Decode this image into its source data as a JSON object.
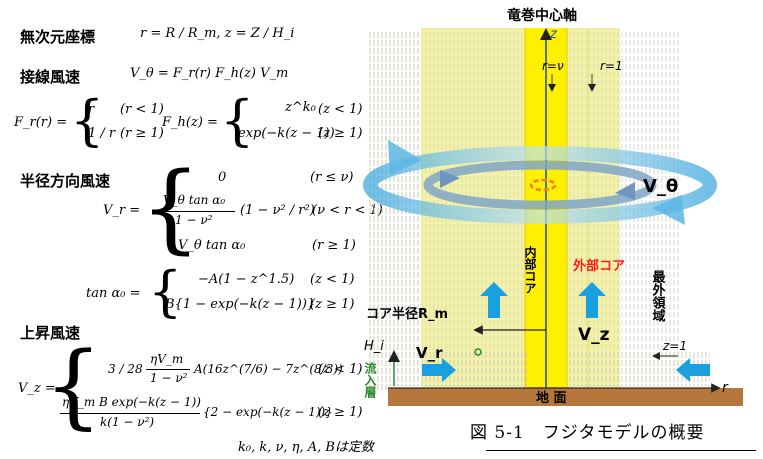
{
  "left": {
    "h_dimensionless": "無次元座標",
    "eq_dimensionless": "r = R / R_m,     z = Z / H_i",
    "h_tangential": "接線風速",
    "eq_tangential": "V_θ = F_r(r) F_h(z) V_m",
    "fr_label": "F_r(r) =",
    "fr_case1": "r",
    "fr_cond1": "(r < 1)",
    "fr_case2": "1 / r",
    "fr_cond2": "(r ≥ 1)",
    "fh_label": "F_h(z) =",
    "fh_case1": "z^k₀",
    "fh_cond1": "(z < 1)",
    "fh_case2": "exp(−k(z − 1))",
    "fh_cond2": "(z ≥ 1)",
    "h_radial": "半径方向風速",
    "vr_label": "V_r =",
    "vr_case1": "0",
    "vr_cond1": "(r ≤ ν)",
    "vr_case2_num": "V_θ tan α₀",
    "vr_case2_den": "1 − ν²",
    "vr_case2_paren": "(1 − ν² / r²)",
    "vr_cond2": "(ν < r < 1)",
    "vr_case3": "V_θ tan α₀",
    "vr_cond3": "(r ≥ 1)",
    "tan_label": "tan α₀ =",
    "tan_case1": "−A(1 − z^1.5)",
    "tan_cond1": "(z < 1)",
    "tan_case2": "B{1 − exp(−k(z − 1))}",
    "tan_cond2": "(z ≥ 1)",
    "h_updraft": "上昇風速",
    "vz_label": "V_z =",
    "vz_case1_frac1": "3 / 28",
    "vz_case1_frac2_num": "ηV_m",
    "vz_case1_frac2_den": "1 − ν²",
    "vz_case1_tail": "A(16z^(7/6) − 7z^(8/3))",
    "vz_cond1": "(z < 1)",
    "vz_case2_num": "ηV_m B exp(−k(z − 1))",
    "vz_case2_den": "k(1 − ν²)",
    "vz_case2_tail": "{2 − exp(−k(z − 1))}",
    "vz_cond2": "(z ≥ 1)",
    "constants": "k₀, k, ν, η, A, Bは定数"
  },
  "figure": {
    "title_axis": "竜巻中心軸",
    "z_axis": "z",
    "r_axis": "r",
    "r_nu": "r=ν",
    "r_one": "r=1",
    "v_theta": "V_θ",
    "inner_core": "内部コア",
    "outer_core": "外部コア",
    "outermost": "最外領域",
    "core_radius": "コア半径R_m",
    "v_r": "V_r",
    "v_z": "V_z",
    "h_i": "H_i",
    "inflow": "流入層",
    "z_one": "z=1",
    "ground": "地 面",
    "colors": {
      "core": "#ffef00",
      "outer_band": "#f3f2a8",
      "ground": "#b5773b",
      "arrow": "#1aa0e0",
      "axis": "#1f4fbf",
      "red_text": "#ff1a1a"
    }
  },
  "caption": "図 5-1　フジタモデルの概要"
}
